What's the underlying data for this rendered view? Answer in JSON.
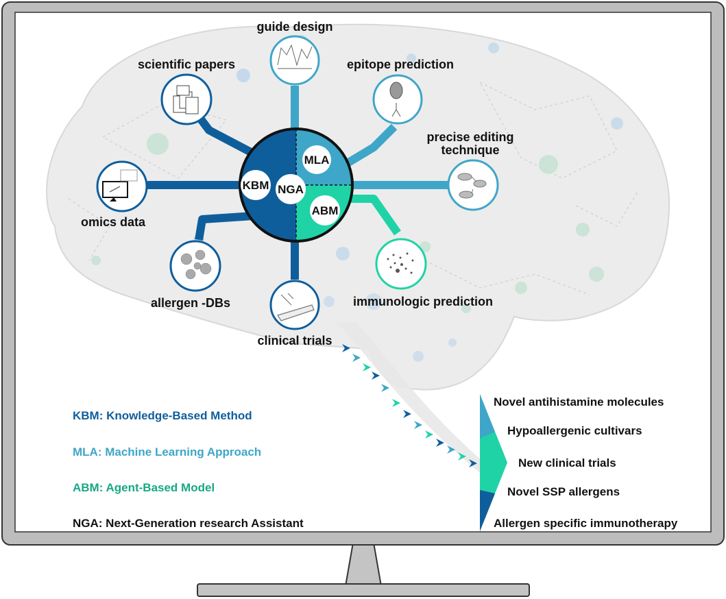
{
  "colors": {
    "kbm": "#0f5e9c",
    "mla": "#3ea6c8",
    "abm": "#1fd3a6",
    "nga": "#111111",
    "monitor": "#bdbdbd",
    "brain": "#ececec"
  },
  "hub": {
    "kbm": "KBM",
    "mla": "MLA",
    "abm": "ABM",
    "nga": "NGA"
  },
  "nodes": {
    "guide_design": "guide design",
    "scientific_papers": "scientific papers",
    "epitope_prediction": "epitope prediction",
    "precise_editing_line1": "precise editing",
    "precise_editing_line2": "technique",
    "omics_data": "omics data",
    "allergen_dbs": "allergen -DBs",
    "clinical_trials": "clinical trials",
    "immunologic_prediction": "immunologic prediction"
  },
  "legend": {
    "kbm": "KBM: Knowledge-Based Method",
    "mla": "MLA: Machine Learning Approach",
    "abm": "ABM: Agent-Based Model",
    "nga": "NGA: Next-Generation research Assistant"
  },
  "outcomes": [
    "Novel antihistamine molecules",
    "Hypoallergenic cultivars",
    "New clinical trials",
    "Novel SSP allergens",
    "Allergen specific immunotherapy"
  ],
  "icons": {
    "guide_design": "sequence-chromatogram-icon",
    "scientific_papers": "paper-stack-icon",
    "epitope_prediction": "protein-antibody-icon",
    "precise_editing": "editing-workflow-icon",
    "omics_data": "computer-monitor-icon",
    "allergen_dbs": "allergen-particles-icon",
    "clinical_trials": "hand-injection-icon",
    "immunologic_prediction": "dot-network-icon"
  }
}
